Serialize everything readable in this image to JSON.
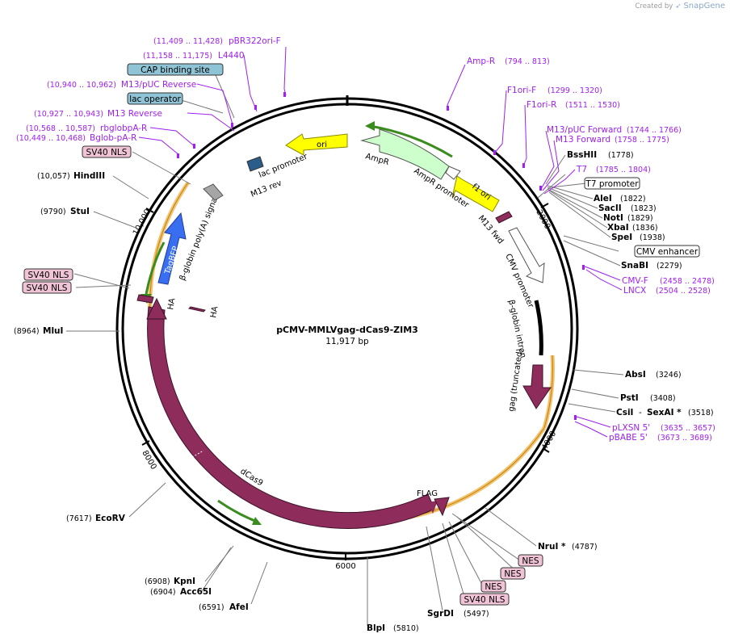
{
  "brand": {
    "created_by": "Created by",
    "name": "SnapGene"
  },
  "plasmid": {
    "name": "pCMV-MMLVgag-dCas9-ZIM3",
    "size": "11,917 bp"
  },
  "ticks": [
    "2000",
    "4000",
    "6000",
    "8000",
    "10,000"
  ],
  "enzymes": [
    {
      "name": "BssHII",
      "pos": "(1778)"
    },
    {
      "name": "AleI",
      "pos": "(1822)"
    },
    {
      "name": "SacII",
      "pos": "(1823)"
    },
    {
      "name": "NotI",
      "pos": "(1829)"
    },
    {
      "name": "XbaI",
      "pos": "(1836)"
    },
    {
      "name": "SpeI",
      "pos": "(1938)"
    },
    {
      "name": "SnaBI",
      "pos": "(2279)"
    },
    {
      "name": "AbsI",
      "pos": "(3246)"
    },
    {
      "name": "PstI",
      "pos": "(3408)"
    },
    {
      "name": "CsiI",
      "pos": "(3518)"
    },
    {
      "name": "SexAI *",
      "pos": ""
    },
    {
      "name": "NruI *",
      "pos": "(4787)"
    },
    {
      "name": "SgrDI",
      "pos": "(5497)"
    },
    {
      "name": "BlpI",
      "pos": "(5810)"
    },
    {
      "name": "AfeI",
      "pos": "(6591)"
    },
    {
      "name": "KpnI",
      "pos": "(6908)"
    },
    {
      "name": "Acc65I",
      "pos": "(6904)"
    },
    {
      "name": "EcoRV",
      "pos": "(7617)"
    },
    {
      "name": "MluI",
      "pos": "(8964)"
    },
    {
      "name": "StuI",
      "pos": "(9790)"
    },
    {
      "name": "HindIII",
      "pos": "(10,057)"
    }
  ],
  "primers": [
    {
      "name": "pBR322ori-F",
      "pos": "(11,409 .. 11,428)"
    },
    {
      "name": "L4440",
      "pos": "(11,158 .. 11,175)"
    },
    {
      "name": "M13/pUC Reverse",
      "pos": "(10,940 .. 10,962)"
    },
    {
      "name": "M13 Reverse",
      "pos": "(10,927 .. 10,943)"
    },
    {
      "name": "rbglobpA-R",
      "pos": "(10,568 .. 10,587)"
    },
    {
      "name": "Bglob-pA-R",
      "pos": "(10,449 .. 10,468)"
    },
    {
      "name": "Amp-R",
      "pos": "(794 .. 813)"
    },
    {
      "name": "F1ori-F",
      "pos": "(1299 .. 1320)"
    },
    {
      "name": "F1ori-R",
      "pos": "(1511 .. 1530)"
    },
    {
      "name": "M13/pUC Forward",
      "pos": "(1744 .. 1766)"
    },
    {
      "name": "M13 Forward",
      "pos": "(1758 .. 1775)"
    },
    {
      "name": "T7",
      "pos": "(1785 .. 1804)"
    },
    {
      "name": "CMV-F",
      "pos": "(2458 .. 2478)"
    },
    {
      "name": "LNCX",
      "pos": "(2504 .. 2528)"
    },
    {
      "name": "pLXSN 5'",
      "pos": "(3635 .. 3657)"
    },
    {
      "name": "pBABE 5'",
      "pos": "(3673 .. 3689)"
    }
  ],
  "boxed": {
    "cap_binding_site": "CAP binding site",
    "lac_operator": "lac operator",
    "sv40_nls_top": "SV40 NLS",
    "t7_promoter": "T7 promoter",
    "cmv_enhancer": "CMV enhancer",
    "sv40_nls_left1": "SV40 NLS",
    "sv40_nls_left2": "SV40 NLS",
    "nes1": "NES",
    "nes2": "NES",
    "nes3": "NES",
    "sv40_nls_bottom": "SV40 NLS"
  },
  "features": {
    "ori": "ori",
    "ampr": "AmpR",
    "ampr_promoter": "AmpR promoter",
    "f1_ori": "f1 ori",
    "lac_promoter": "lac promoter",
    "m13_rev": "M13 rev",
    "m13_fwd": "M13 fwd",
    "cmv_promoter": "CMV promoter",
    "beta_globin_intron": "β-globin intron",
    "gag": "gag (truncated)",
    "dcas9": "dCas9",
    "flag": "FLAG",
    "tagbfp": "TagBFP",
    "beta_globin_polya": "β-globin poly(A) signal",
    "ha1": "HA",
    "ha2": "HA"
  },
  "colors": {
    "yellow_feature": "#ffff00",
    "ampr_fill": "#ccffcc",
    "dcas9_fill": "#8e2c5b",
    "tagbfp_fill": "#3a6ef0",
    "primer": "#a020f0",
    "orf_orange": "#f2b24a",
    "green_orf": "#3a8c1e",
    "misc_box": "#8fc4d6",
    "nls_box": "#f0c4d6"
  }
}
